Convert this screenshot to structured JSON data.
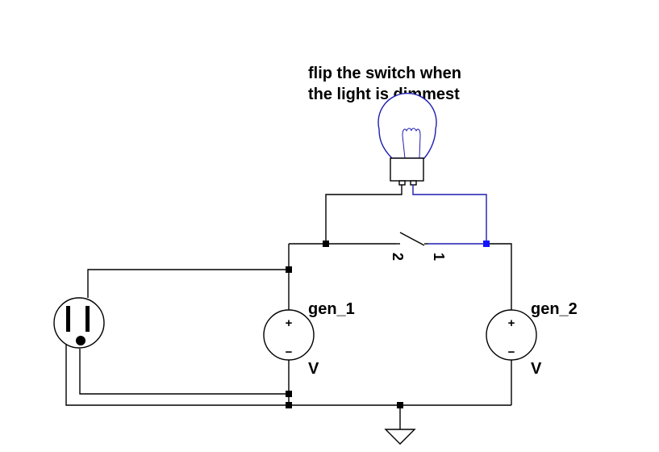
{
  "annotation": {
    "line1": "flip the switch when",
    "line2": "the light is dimmest"
  },
  "sources": [
    {
      "name": "gen_1",
      "unit": "V",
      "plus": "+",
      "minus": "−"
    },
    {
      "name": "gen_2",
      "unit": "V",
      "plus": "+",
      "minus": "−"
    }
  ],
  "switch": {
    "pin_left": "2",
    "pin_right": "1"
  },
  "colors": {
    "wire": "#000000",
    "selected_wire": "#1d1db4",
    "selected_node": "#1414ff"
  },
  "icons": [
    "light-bulb-icon",
    "power-outlet-icon",
    "voltage-source-icon",
    "spdt-switch-icon",
    "ground-icon"
  ]
}
